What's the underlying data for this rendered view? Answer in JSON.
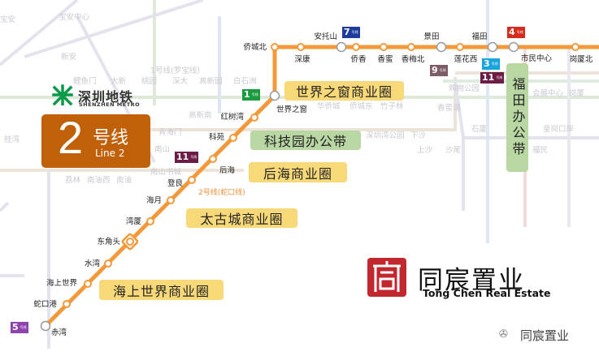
{
  "map": {
    "line": {
      "number": "2",
      "name_cn": "号线",
      "name_en": "Line 2",
      "alt_label": "2号线(蛇口线)",
      "color": "#f3993a",
      "box_color": "#c0610a"
    },
    "metro_brand": {
      "name_cn": "深圳地铁",
      "name_en": "SHENZHEN METRO",
      "color": "#0a9a4a",
      "icon": "shenzhen-metro-logo-icon"
    },
    "stations": [
      {
        "name": "赤湾",
        "interchange": true
      },
      {
        "name": "蛇口港"
      },
      {
        "name": "海上世界"
      },
      {
        "name": "水湾"
      },
      {
        "name": "东角头",
        "interchange": true
      },
      {
        "name": "湾厦"
      },
      {
        "name": "海月"
      },
      {
        "name": "登良"
      },
      {
        "name": "后海"
      },
      {
        "name": "科苑"
      },
      {
        "name": "红树湾"
      },
      {
        "name": "世界之窗",
        "interchange": true
      },
      {
        "name": "侨城北"
      },
      {
        "name": "深康"
      },
      {
        "name": "安托山",
        "interchange": true
      },
      {
        "name": "侨香"
      },
      {
        "name": "香蜜"
      },
      {
        "name": "香梅北"
      },
      {
        "name": "景田",
        "interchange": true
      },
      {
        "name": "莲花西"
      },
      {
        "name": "福田",
        "interchange": true
      },
      {
        "name": "市民中心",
        "interchange": true
      },
      {
        "name": "岗厦北"
      }
    ],
    "transfer_badges": [
      {
        "num": "7",
        "sub": "号线",
        "color": "#1d3c9c"
      },
      {
        "num": "4",
        "sub": "号线",
        "color": "#d42b1e"
      },
      {
        "num": "9",
        "sub": "号线",
        "color": "#7d5b68"
      },
      {
        "num": "3",
        "sub": "号线",
        "color": "#19a4dc"
      },
      {
        "num": "11",
        "sub": "号线",
        "color": "#6b1d45"
      },
      {
        "num": "1",
        "sub": "号线",
        "color": "#1a9c3e"
      },
      {
        "num": "11",
        "sub": "号线",
        "color": "#6b1d45"
      },
      {
        "num": "5",
        "sub": "号线",
        "color": "#8e44ad"
      }
    ],
    "callouts": [
      {
        "text": "世界之窗商业圈",
        "type": "commercial",
        "color": "#f8d97a"
      },
      {
        "text": "科技园办公带",
        "type": "office",
        "color": "#b9d7a3"
      },
      {
        "text": "后海商业圈",
        "type": "commercial",
        "color": "#f8d97a"
      },
      {
        "text": "太古城商业圈",
        "type": "commercial",
        "color": "#f8d97a"
      },
      {
        "text": "海上世界商业圈",
        "type": "commercial",
        "color": "#f8d97a"
      },
      {
        "text": "福田办公带",
        "type": "office",
        "color": "#b9d7a3"
      }
    ],
    "background_labels": [
      "宝安中心",
      "新安",
      "宝安",
      "1号线(罗宝线)",
      "鲤鱼门",
      "大新",
      "桃园",
      "深大",
      "高新园",
      "白石洲",
      "高新南",
      "青海门",
      "南山",
      "南山书城",
      "荔林",
      "南油西",
      "南油",
      "华侨城",
      "侨城东",
      "竹子林",
      "香蜜湖",
      "购物公园",
      "会展中心",
      "岗厦",
      "深圳湾公园",
      "下沙",
      "石厦",
      "皇岗口岸",
      "上沙",
      "沙尾",
      "福民",
      "桂湾"
    ]
  },
  "company": {
    "name_cn": "同宸置业",
    "name_en": "Tong Chen Real Estate",
    "logo_color": "#c1272d",
    "logo": "tong-chen-seal-logo"
  },
  "watermark": {
    "text": "同宸置业",
    "icon": "wechat-icon"
  }
}
